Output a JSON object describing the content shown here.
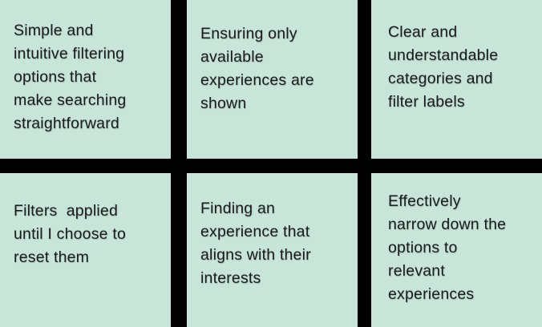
{
  "board": {
    "background_color": "#000000",
    "card_color": "#c7e5d8",
    "text_color": "#1c1c1c",
    "cards": [
      {
        "id": "card-1",
        "row": 1,
        "col": 1,
        "text": "Simple and\nintuitive filtering\noptions that\nmake searching\nstraightforward"
      },
      {
        "id": "card-2",
        "row": 1,
        "col": 2,
        "text": "Ensuring only\navailable\nexperiences are\nshown"
      },
      {
        "id": "card-3",
        "row": 1,
        "col": 3,
        "text": "Clear and\nunderstandable\ncategories and\nfilter labels"
      },
      {
        "id": "card-4",
        "row": 2,
        "col": 1,
        "text": "Filters  applied\nuntil I choose to\nreset them"
      },
      {
        "id": "card-5",
        "row": 2,
        "col": 2,
        "text": "Finding an\nexperience that\naligns with their\ninterests"
      },
      {
        "id": "card-6",
        "row": 2,
        "col": 3,
        "text": "Effectively\nnarrow down the\noptions to\nrelevant\nexperiences"
      }
    ]
  }
}
